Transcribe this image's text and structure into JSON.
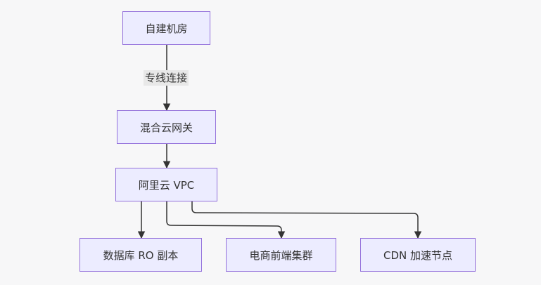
{
  "diagram": {
    "type": "flowchart",
    "direction": "top-down",
    "colors": {
      "node_fill": "#ececff",
      "node_border": "#9370db",
      "edge": "#333333",
      "background": "#f7f7f8",
      "label_bg": "#e8e8e8"
    },
    "nodes": [
      {
        "id": "onprem",
        "label": "自建机房"
      },
      {
        "id": "gateway",
        "label": "混合云网关"
      },
      {
        "id": "vpc",
        "label": "阿里云 VPC"
      },
      {
        "id": "db",
        "label": "数据库 RO 副本"
      },
      {
        "id": "frontend",
        "label": "电商前端集群"
      },
      {
        "id": "cdn",
        "label": "CDN 加速节点"
      }
    ],
    "edges": [
      {
        "from": "onprem",
        "to": "gateway",
        "label": "专线连接"
      },
      {
        "from": "gateway",
        "to": "vpc",
        "label": ""
      },
      {
        "from": "vpc",
        "to": "db",
        "label": ""
      },
      {
        "from": "vpc",
        "to": "frontend",
        "label": ""
      },
      {
        "from": "vpc",
        "to": "cdn",
        "label": ""
      }
    ]
  }
}
